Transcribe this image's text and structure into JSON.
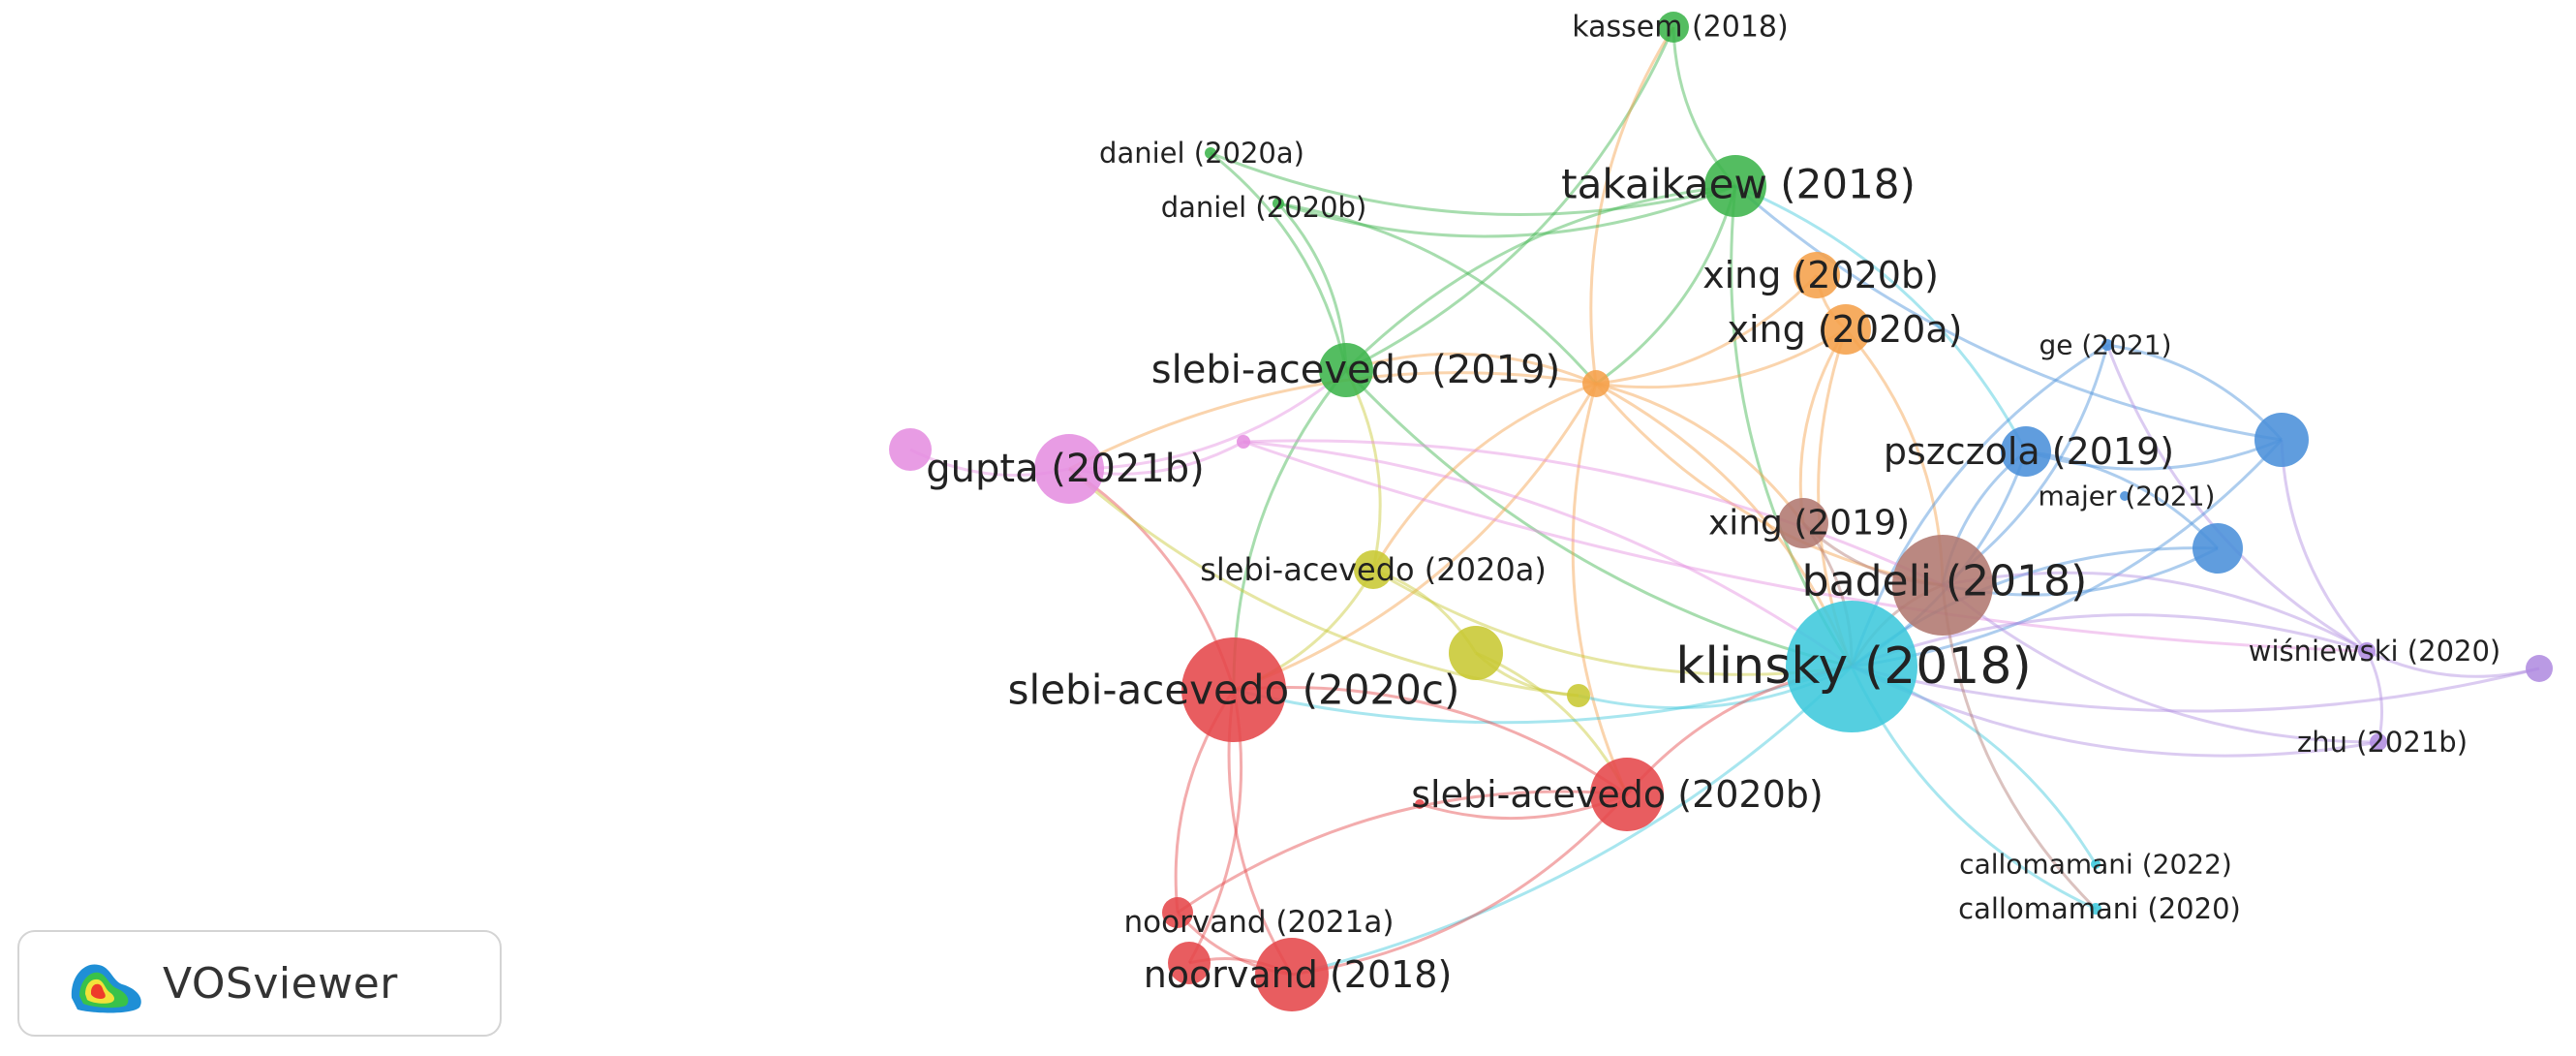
{
  "colors": {
    "red": "#e5474a",
    "green": "#3cb44b",
    "orange": "#f5a04a",
    "blue": "#4a90d9",
    "yellow": "#c8c832",
    "cyan": "#3ec8dc",
    "brown": "#b07870",
    "pink": "#e58ee0",
    "purple": "#b08ce0"
  },
  "branding": {
    "app_name": "VOSviewer",
    "logo_icon": "vosviewer-heatmap-logo-icon"
  },
  "network": {
    "nodes": [
      {
        "id": "kassem-2018",
        "label": "kassem (2018)",
        "cluster": "green",
        "weight": 1
      },
      {
        "id": "daniel-2020a",
        "label": "daniel (2020a)",
        "cluster": "green",
        "weight": 1
      },
      {
        "id": "daniel-2020b",
        "label": "daniel (2020b)",
        "cluster": "green",
        "weight": 1
      },
      {
        "id": "takaikaew-2018",
        "label": "takaikaew (2018)",
        "cluster": "green",
        "weight": 5
      },
      {
        "id": "xing-2020b",
        "label": "xing (2020b)",
        "cluster": "orange",
        "weight": 3
      },
      {
        "id": "xing-2020a",
        "label": "xing (2020a)",
        "cluster": "orange",
        "weight": 3.5
      },
      {
        "id": "ge-2021",
        "label": "ge (2021)",
        "cluster": "blue",
        "weight": 1
      },
      {
        "id": "slebi-acevedo-2019",
        "label": "slebi-acevedo (2019)",
        "cluster": "green",
        "weight": 4
      },
      {
        "id": "orange-hub",
        "label": "",
        "cluster": "orange",
        "weight": 1.2
      },
      {
        "id": "gupta-2021b",
        "label": "gupta (2021b)",
        "cluster": "pink",
        "weight": 4
      },
      {
        "id": "pink-small",
        "label": "",
        "cluster": "pink",
        "weight": 2
      },
      {
        "id": "pink-dot",
        "label": "",
        "cluster": "pink",
        "weight": 0.6
      },
      {
        "id": "pszczola-2019",
        "label": "pszczola (2019)",
        "cluster": "blue",
        "weight": 3.5
      },
      {
        "id": "blue-right",
        "label": "",
        "cluster": "blue",
        "weight": 3
      },
      {
        "id": "majer-2021",
        "label": "majer (2021)",
        "cluster": "blue",
        "weight": 1
      },
      {
        "id": "blue-mid",
        "label": "",
        "cluster": "blue",
        "weight": 3
      },
      {
        "id": "xing-2019",
        "label": "xing (2019)",
        "cluster": "brown",
        "weight": 3.5
      },
      {
        "id": "badeli-2018",
        "label": "badeli (2018)",
        "cluster": "brown",
        "weight": 6
      },
      {
        "id": "slebi-acevedo-2020a",
        "label": "slebi-acevedo (2020a)",
        "cluster": "yellow",
        "weight": 2.5
      },
      {
        "id": "yellow-big",
        "label": "",
        "cluster": "yellow",
        "weight": 3
      },
      {
        "id": "yellow-small",
        "label": "",
        "cluster": "yellow",
        "weight": 1.2
      },
      {
        "id": "klinsky-2018",
        "label": "klinsky (2018)",
        "cluster": "cyan",
        "weight": 10
      },
      {
        "id": "slebi-acevedo-2020c",
        "label": "slebi-acevedo (2020c)",
        "cluster": "red",
        "weight": 6
      },
      {
        "id": "wisniewski-2020",
        "label": "wiśniewski (2020)",
        "cluster": "purple",
        "weight": 1
      },
      {
        "id": "purple-dot",
        "label": "",
        "cluster": "purple",
        "weight": 1.2
      },
      {
        "id": "zhu-2021b",
        "label": "zhu (2021b)",
        "cluster": "purple",
        "weight": 1
      },
      {
        "id": "slebi-acevedo-2020b",
        "label": "slebi-acevedo (2020b)",
        "cluster": "red",
        "weight": 4
      },
      {
        "id": "red-tiny",
        "label": "",
        "cluster": "red",
        "weight": 0.5
      },
      {
        "id": "callomamani-2022",
        "label": "callomamani (2022)",
        "cluster": "cyan",
        "weight": 0.6
      },
      {
        "id": "callomamani-2020",
        "label": "callomamani (2020)",
        "cluster": "cyan",
        "weight": 0.6
      },
      {
        "id": "noorvand-2021a",
        "label": "noorvand (2021a)",
        "cluster": "red",
        "weight": 1.5
      },
      {
        "id": "red-noor-small",
        "label": "",
        "cluster": "red",
        "weight": 2
      },
      {
        "id": "noorvand-2018",
        "label": "noorvand (2018)",
        "cluster": "red",
        "weight": 4
      }
    ],
    "links": [
      [
        "kassem-2018",
        "takaikaew-2018",
        "green"
      ],
      [
        "kassem-2018",
        "slebi-acevedo-2019",
        "green"
      ],
      [
        "kassem-2018",
        "orange-hub",
        "orange"
      ],
      [
        "daniel-2020a",
        "slebi-acevedo-2019",
        "green"
      ],
      [
        "daniel-2020a",
        "takaikaew-2018",
        "green"
      ],
      [
        "daniel-2020b",
        "slebi-acevedo-2019",
        "green"
      ],
      [
        "daniel-2020b",
        "takaikaew-2018",
        "green"
      ],
      [
        "daniel-2020b",
        "orange-hub",
        "green"
      ],
      [
        "takaikaew-2018",
        "slebi-acevedo-2019",
        "green"
      ],
      [
        "takaikaew-2018",
        "orange-hub",
        "green"
      ],
      [
        "takaikaew-2018",
        "klinsky-2018",
        "green"
      ],
      [
        "takaikaew-2018",
        "pszczola-2019",
        "cyan"
      ],
      [
        "takaikaew-2018",
        "blue-right",
        "blue"
      ],
      [
        "xing-2020b",
        "orange-hub",
        "orange"
      ],
      [
        "xing-2020b",
        "xing-2020a",
        "orange"
      ],
      [
        "xing-2020a",
        "orange-hub",
        "orange"
      ],
      [
        "xing-2020a",
        "xing-2019",
        "orange"
      ],
      [
        "xing-2020a",
        "badeli-2018",
        "orange"
      ],
      [
        "xing-2020a",
        "klinsky-2018",
        "orange"
      ],
      [
        "ge-2021",
        "badeli-2018",
        "blue"
      ],
      [
        "ge-2021",
        "klinsky-2018",
        "blue"
      ],
      [
        "ge-2021",
        "blue-right",
        "blue"
      ],
      [
        "ge-2021",
        "wisniewski-2020",
        "purple"
      ],
      [
        "slebi-acevedo-2019",
        "orange-hub",
        "orange"
      ],
      [
        "slebi-acevedo-2019",
        "slebi-acevedo-2020c",
        "green"
      ],
      [
        "slebi-acevedo-2019",
        "slebi-acevedo-2020a",
        "yellow"
      ],
      [
        "slebi-acevedo-2019",
        "klinsky-2018",
        "green"
      ],
      [
        "slebi-acevedo-2019",
        "gupta-2021b",
        "pink"
      ],
      [
        "orange-hub",
        "gupta-2021b",
        "orange"
      ],
      [
        "orange-hub",
        "slebi-acevedo-2020c",
        "orange"
      ],
      [
        "orange-hub",
        "slebi-acevedo-2020a",
        "orange"
      ],
      [
        "orange-hub",
        "klinsky-2018",
        "orange"
      ],
      [
        "orange-hub",
        "badeli-2018",
        "orange"
      ],
      [
        "orange-hub",
        "xing-2019",
        "orange"
      ],
      [
        "orange-hub",
        "slebi-acevedo-2020b",
        "orange"
      ],
      [
        "gupta-2021b",
        "pink-small",
        "pink"
      ],
      [
        "gupta-2021b",
        "pink-dot",
        "pink"
      ],
      [
        "gupta-2021b",
        "slebi-acevedo-2020c",
        "red"
      ],
      [
        "gupta-2021b",
        "yellow-small",
        "yellow"
      ],
      [
        "pink-dot",
        "badeli-2018",
        "pink"
      ],
      [
        "pink-dot",
        "wisniewski-2020",
        "pink"
      ],
      [
        "pink-dot",
        "klinsky-2018",
        "pink"
      ],
      [
        "pszczola-2019",
        "badeli-2018",
        "blue"
      ],
      [
        "pszczola-2019",
        "klinsky-2018",
        "blue"
      ],
      [
        "pszczola-2019",
        "blue-right",
        "blue"
      ],
      [
        "pszczola-2019",
        "blue-mid",
        "blue"
      ],
      [
        "blue-right",
        "wisniewski-2020",
        "purple"
      ],
      [
        "blue-right",
        "klinsky-2018",
        "blue"
      ],
      [
        "blue-mid",
        "klinsky-2018",
        "blue"
      ],
      [
        "blue-mid",
        "badeli-2018",
        "blue"
      ],
      [
        "xing-2019",
        "badeli-2018",
        "brown"
      ],
      [
        "xing-2019",
        "klinsky-2018",
        "brown"
      ],
      [
        "badeli-2018",
        "klinsky-2018",
        "brown"
      ],
      [
        "badeli-2018",
        "wisniewski-2020",
        "purple"
      ],
      [
        "badeli-2018",
        "zhu-2021b",
        "purple"
      ],
      [
        "slebi-acevedo-2020a",
        "yellow-big",
        "yellow"
      ],
      [
        "slebi-acevedo-2020a",
        "klinsky-2018",
        "yellow"
      ],
      [
        "slebi-acevedo-2020a",
        "slebi-acevedo-2020c",
        "yellow"
      ],
      [
        "yellow-big",
        "yellow-small",
        "yellow"
      ],
      [
        "yellow-big",
        "slebi-acevedo-2020b",
        "yellow"
      ],
      [
        "yellow-small",
        "klinsky-2018",
        "cyan"
      ],
      [
        "klinsky-2018",
        "slebi-acevedo-2020c",
        "cyan"
      ],
      [
        "klinsky-2018",
        "slebi-acevedo-2020b",
        "red"
      ],
      [
        "klinsky-2018",
        "callomamani-2022",
        "cyan"
      ],
      [
        "klinsky-2018",
        "callomamani-2020",
        "cyan"
      ],
      [
        "klinsky-2018",
        "wisniewski-2020",
        "purple"
      ],
      [
        "klinsky-2018",
        "zhu-2021b",
        "purple"
      ],
      [
        "klinsky-2018",
        "noorvand-2018",
        "cyan"
      ],
      [
        "klinsky-2018",
        "purple-dot",
        "purple"
      ],
      [
        "slebi-acevedo-2020c",
        "slebi-acevedo-2020b",
        "red"
      ],
      [
        "slebi-acevedo-2020c",
        "noorvand-2021a",
        "red"
      ],
      [
        "slebi-acevedo-2020c",
        "red-noor-small",
        "red"
      ],
      [
        "slebi-acevedo-2020c",
        "noorvand-2018",
        "red"
      ],
      [
        "slebi-acevedo-2020b",
        "noorvand-2018",
        "red"
      ],
      [
        "slebi-acevedo-2020b",
        "noorvand-2021a",
        "red"
      ],
      [
        "slebi-acevedo-2020b",
        "red-tiny",
        "red"
      ],
      [
        "noorvand-2021a",
        "noorvand-2018",
        "red"
      ],
      [
        "red-noor-small",
        "noorvand-2018",
        "red"
      ],
      [
        "wisniewski-2020",
        "purple-dot",
        "purple"
      ],
      [
        "wisniewski-2020",
        "zhu-2021b",
        "purple"
      ],
      [
        "badeli-2018",
        "callomamani-2020",
        "brown"
      ]
    ]
  }
}
